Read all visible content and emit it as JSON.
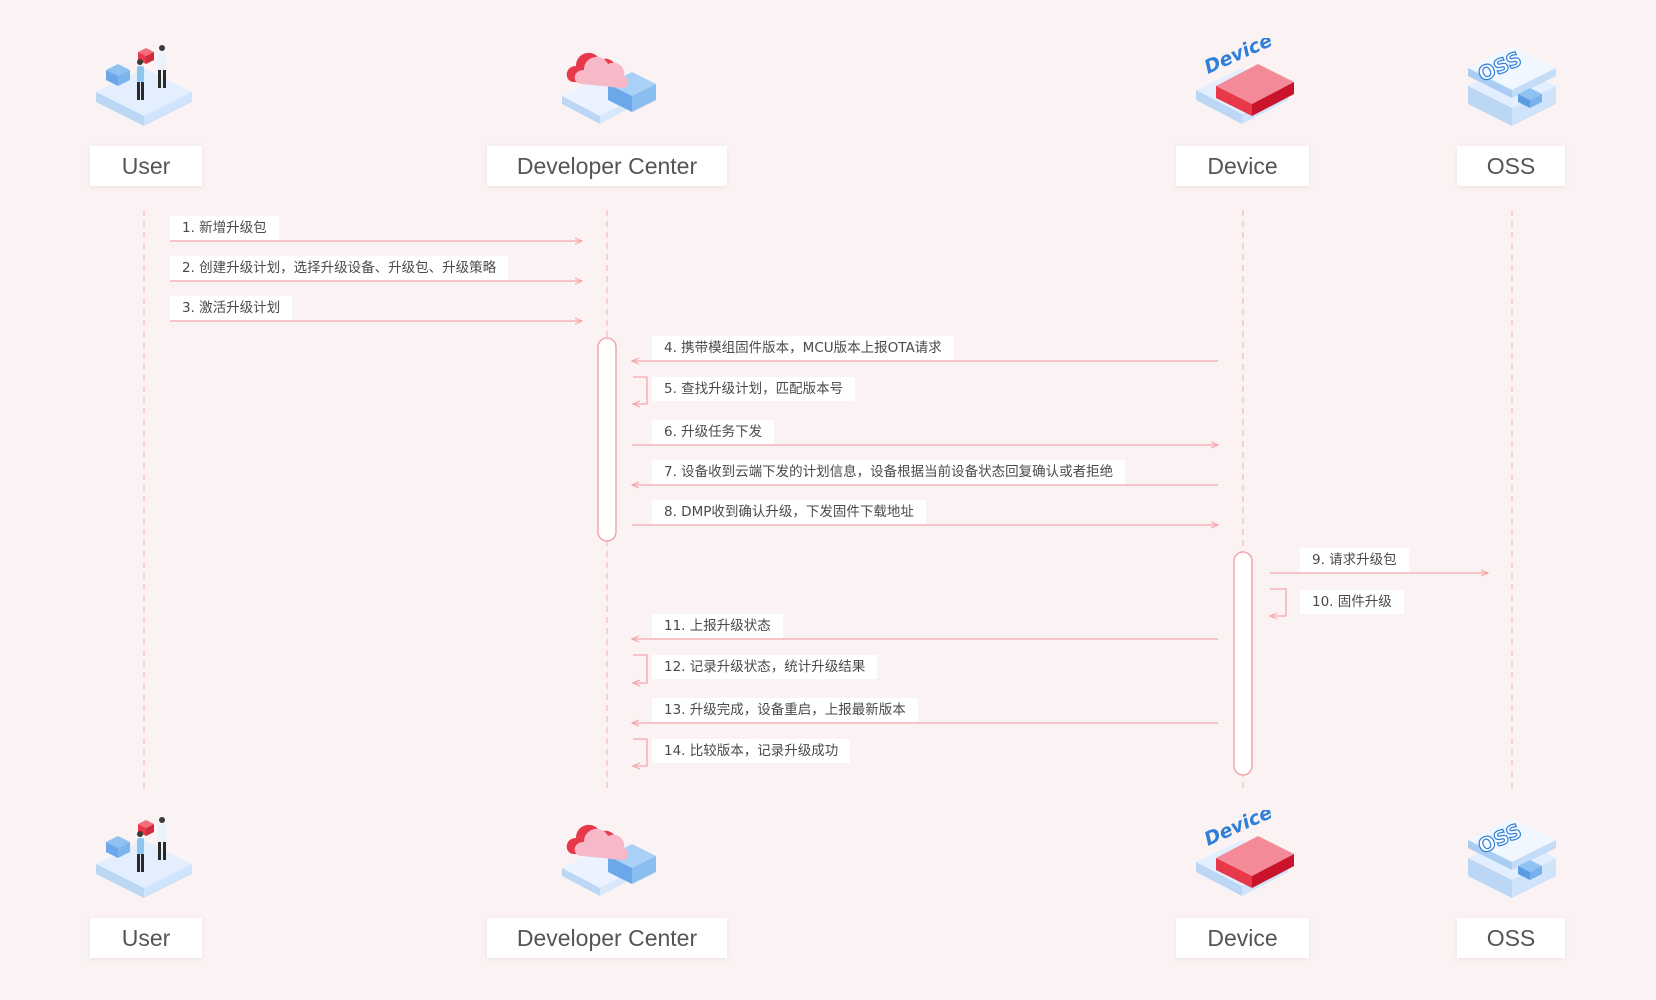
{
  "participants": [
    {
      "name": "User",
      "icon": "user-handshake-icon"
    },
    {
      "name": "Developer Center",
      "icon": "cloud-platform-icon"
    },
    {
      "name": "Device",
      "icon": "device-icon",
      "icon_text": "Device"
    },
    {
      "name": "OSS",
      "icon": "oss-storage-icon",
      "icon_text": "OSS"
    }
  ],
  "messages": [
    {
      "label": "1. 新增升级包",
      "from": "User",
      "to": "Developer Center"
    },
    {
      "label": "2. 创建升级计划，选择升级设备、升级包、升级策略",
      "from": "User",
      "to": "Developer Center"
    },
    {
      "label": "3. 激活升级计划",
      "from": "User",
      "to": "Developer Center"
    },
    {
      "label": "4. 携带模组固件版本，MCU版本上报OTA请求",
      "from": "Device",
      "to": "Developer Center"
    },
    {
      "label": "5. 查找升级计划，匹配版本号",
      "from": "Developer Center",
      "to": "Developer Center"
    },
    {
      "label": "6. 升级任务下发",
      "from": "Developer Center",
      "to": "Device"
    },
    {
      "label": "7. 设备收到云端下发的计划信息，设备根据当前设备状态回复确认或者拒绝",
      "from": "Device",
      "to": "Developer Center"
    },
    {
      "label": "8. DMP收到确认升级，下发固件下载地址",
      "from": "Developer Center",
      "to": "Device"
    },
    {
      "label": "9. 请求升级包",
      "from": "Device",
      "to": "OSS"
    },
    {
      "label": "10. 固件升级",
      "from": "Device",
      "to": "Device"
    },
    {
      "label": "11. 上报升级状态",
      "from": "Device",
      "to": "Developer Center"
    },
    {
      "label": "12. 记录升级状态，统计升级结果",
      "from": "Developer Center",
      "to": "Developer Center"
    },
    {
      "label": "13. 升级完成，设备重启，上报最新版本",
      "from": "Device",
      "to": "Developer Center"
    },
    {
      "label": "14. 比较版本，记录升级成功",
      "from": "Developer Center",
      "to": "Developer Center"
    }
  ],
  "colors": {
    "background": "#fbf3f3",
    "arrow": "#f4a6aa",
    "lifeline": "#f6c4c6",
    "activation": "#f19ca2",
    "accent_red": "#e8394b",
    "accent_blue": "#6aa8ea",
    "icon_blue_light": "#cfe3fb"
  }
}
